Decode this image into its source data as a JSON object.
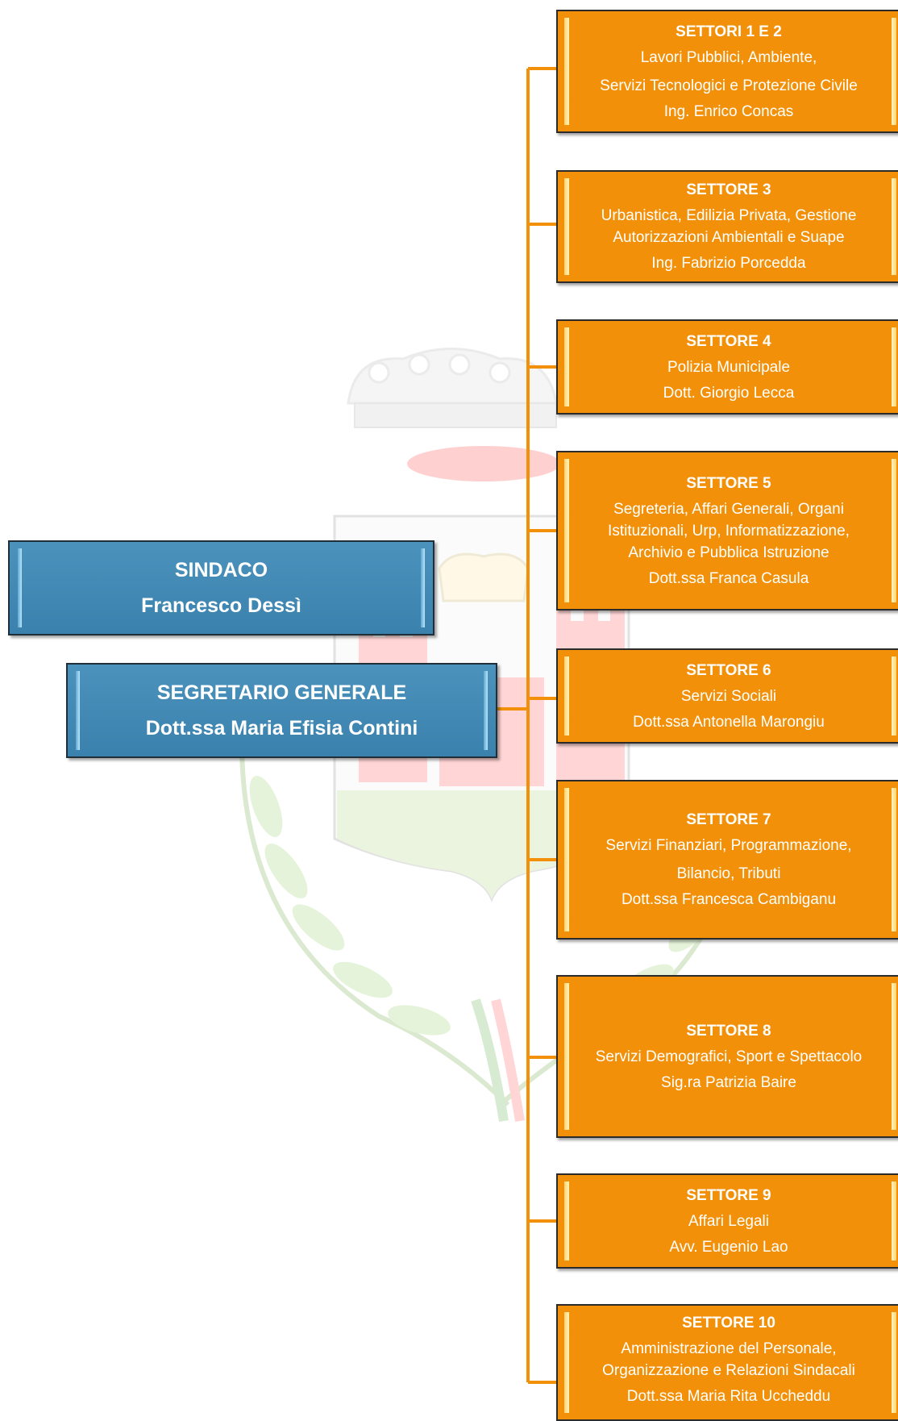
{
  "colors": {
    "orange": "#f29109",
    "blue": "#4289b5",
    "line": "#f29109"
  },
  "watermark": {
    "icon": "municipal-coat-of-arms-watermark"
  },
  "left": {
    "sindaco": {
      "title": "SINDACO",
      "name": "Francesco Dessì"
    },
    "segretario": {
      "title": "SEGRETARIO GENERALE",
      "name": "Dott.ssa Maria Efisia Contini"
    }
  },
  "settori": [
    {
      "title": "SETTORI 1 E 2",
      "desc": [
        "Lavori Pubblici, Ambiente,",
        "Servizi Tecnologici e Protezione Civile"
      ],
      "manager": "Ing. Enrico Concas"
    },
    {
      "title": "SETTORE 3",
      "desc": [
        "Urbanistica, Edilizia Privata, Gestione",
        "Autorizzazioni  Ambientali e Suape"
      ],
      "manager": "Ing. Fabrizio Porcedda"
    },
    {
      "title": "SETTORE 4",
      "desc": [
        "Polizia Municipale"
      ],
      "manager": "Dott. Giorgio Lecca"
    },
    {
      "title": "SETTORE 5",
      "desc": [
        "Segreteria, Affari  Generali, Organi",
        "Istituzionali, Urp, Informatizzazione,",
        "Archivio e Pubblica Istruzione"
      ],
      "manager": "Dott.ssa Franca Casula"
    },
    {
      "title": "SETTORE 6",
      "desc": [
        "Servizi Sociali"
      ],
      "manager": "Dott.ssa Antonella Marongiu"
    },
    {
      "title": "SETTORE 7",
      "desc": [
        "Servizi Finanziari, Programmazione,",
        "Bilancio, Tributi"
      ],
      "manager": "Dott.ssa Francesca Cambiganu"
    },
    {
      "title": "SETTORE 8",
      "desc": [
        "Servizi Demografici, Sport e Spettacolo"
      ],
      "manager": "Sig.ra Patrizia Baire"
    },
    {
      "title": "SETTORE 9",
      "desc": [
        "Affari Legali"
      ],
      "manager": "Avv. Eugenio Lao"
    },
    {
      "title": "SETTORE 10",
      "desc": [
        "Amministrazione del Personale,",
        "Organizzazione e Relazioni Sindacali"
      ],
      "manager": "Dott.ssa Maria Rita Uccheddu"
    }
  ]
}
